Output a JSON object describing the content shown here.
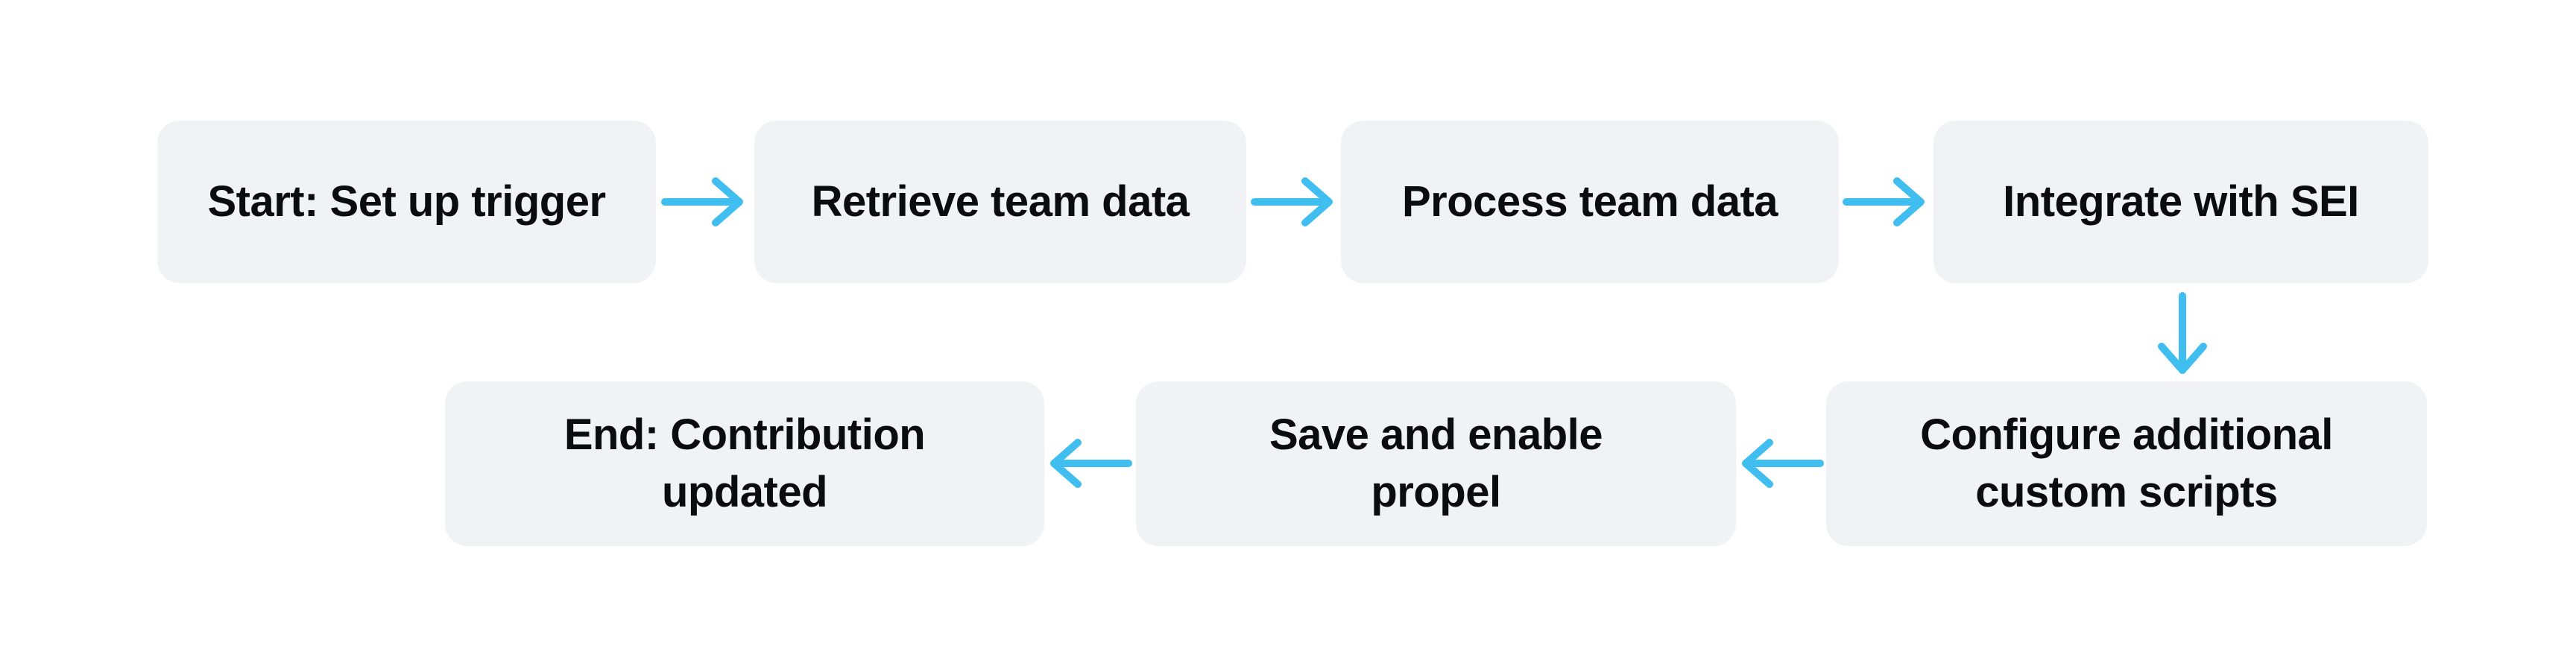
{
  "diagram": {
    "type": "flowchart",
    "background_color": "#FFFFFF",
    "colors": {
      "node_fill": "#F1F2F6",
      "arrow": "#41BEF0",
      "text": "#0B0C10"
    },
    "nodes": [
      {
        "id": "start",
        "label": "Start: Set up trigger",
        "row": 1
      },
      {
        "id": "retrieve-team-data",
        "label": "Retrieve team data",
        "row": 1
      },
      {
        "id": "process-team-data",
        "label": "Process team data",
        "row": 1
      },
      {
        "id": "integrate-with-sei",
        "label": "Integrate with SEI",
        "row": 1
      },
      {
        "id": "configure-custom-scripts",
        "label": "Configure additional custom scripts",
        "row": 2
      },
      {
        "id": "save-enable-propel",
        "label": "Save and enable propel",
        "row": 2
      },
      {
        "id": "end",
        "label": "End: Contribution updated",
        "row": 2
      }
    ],
    "edges": [
      {
        "from": "start",
        "to": "retrieve-team-data",
        "direction": "right"
      },
      {
        "from": "retrieve-team-data",
        "to": "process-team-data",
        "direction": "right"
      },
      {
        "from": "process-team-data",
        "to": "integrate-with-sei",
        "direction": "right"
      },
      {
        "from": "integrate-with-sei",
        "to": "configure-custom-scripts",
        "direction": "down"
      },
      {
        "from": "configure-custom-scripts",
        "to": "save-enable-propel",
        "direction": "left"
      },
      {
        "from": "save-enable-propel",
        "to": "end",
        "direction": "left"
      }
    ]
  }
}
